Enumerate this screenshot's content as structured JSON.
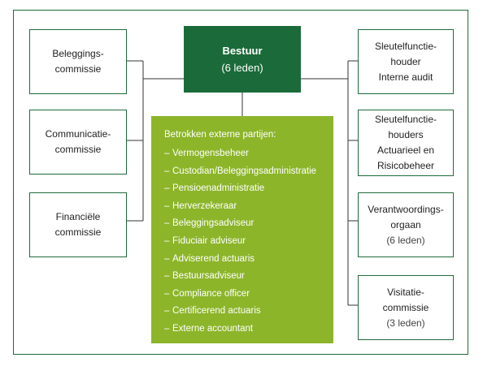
{
  "board": {
    "title": "Bestuur",
    "subtitle": "(6 leden)"
  },
  "left_committees": [
    {
      "lines": [
        "Beleggings-",
        "commissie"
      ]
    },
    {
      "lines": [
        "Communicatie-",
        "commissie"
      ]
    },
    {
      "lines": [
        "Financiële",
        "commissie"
      ]
    }
  ],
  "right_bodies": [
    {
      "lines": [
        "Sleutelfunctie-",
        "houder",
        "Interne audit"
      ],
      "sub": ""
    },
    {
      "lines": [
        "Sleutelfunctie-",
        "houders",
        "Actuarieel en",
        "Risicobeheer"
      ],
      "sub": ""
    },
    {
      "lines": [
        "Verantwoordings-",
        "orgaan"
      ],
      "sub": "(6 leden)"
    },
    {
      "lines": [
        "Visitatie-",
        "commissie"
      ],
      "sub": "(3 leden)"
    }
  ],
  "external_parties": {
    "heading": "Betrokken externe partijen:",
    "items": [
      "Vermogensbeheer",
      "Custodian/Beleggingsadministratie",
      "Pensioenadministratie",
      "Herverzekeraar",
      "Beleggingsadviseur",
      "Fiduciair adviseur",
      "Adviserend actuaris",
      "Bestuursadviseur",
      "Compliance officer",
      "Certificerend actuaris",
      "Externe accountant"
    ]
  },
  "colors": {
    "board": "#1a6b39",
    "external": "#8cb52a",
    "border": "#1f6b3b",
    "connector": "#333333"
  }
}
